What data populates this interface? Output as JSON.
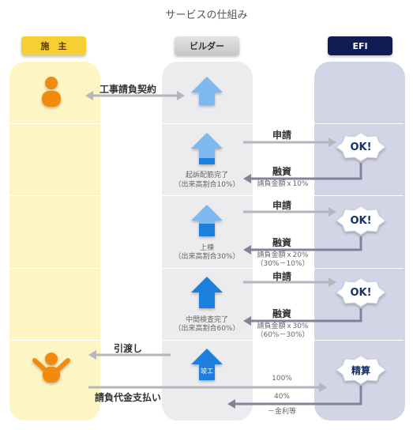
{
  "title": "サービスの仕組み",
  "headers": {
    "owner": "施　主",
    "builder": "ビルダー",
    "efi": "EFI"
  },
  "colors": {
    "owner_header": "#f5cf34",
    "owner_column": "#fdf5c4",
    "builder_header": "#d6d6d8",
    "builder_column": "#ececef",
    "efi_header": "#101c53",
    "efi_column": "#d3d5e6",
    "arrow_gray": "#b4b6bc",
    "arrow_dark": "#7f8496",
    "house_light": "#7db8ee",
    "house_mid": "#4d9fe6",
    "house_dark": "#1f7fdd",
    "person": "#f28a0c"
  },
  "icons": {
    "owner_start": "person-icon",
    "owner_end": "person-celebrating-icon",
    "house": "house-icon",
    "ok": "starburst-icon"
  },
  "stage1": {
    "label": "工事請負契約"
  },
  "stage2": {
    "apply": "申請",
    "ok": "OK!",
    "loan": "融資",
    "loan_amount": "請負金額ｘ10%",
    "milestone": "起訴配筋完了",
    "rate": "（出来高割合10%）"
  },
  "stage3": {
    "apply": "申請",
    "ok": "OK!",
    "loan": "融資",
    "loan_amount": "請負金額ｘ20%",
    "loan_detail": "（30%－10%）",
    "milestone": "上棟",
    "rate": "（出来高割合30%）"
  },
  "stage4": {
    "apply": "申請",
    "ok": "OK!",
    "loan": "融資",
    "loan_amount": "請負金額ｘ30%",
    "loan_detail": "（60%－30%）",
    "milestone": "中間検査完了",
    "rate": "（出来高割合60%）"
  },
  "stage5": {
    "handover": "引渡し",
    "completion": "竣工",
    "payment": "請負代金支払い",
    "settle": "精算",
    "pct_full": "100%",
    "pct_partial": "40%",
    "minus_interest": "－金利等"
  }
}
